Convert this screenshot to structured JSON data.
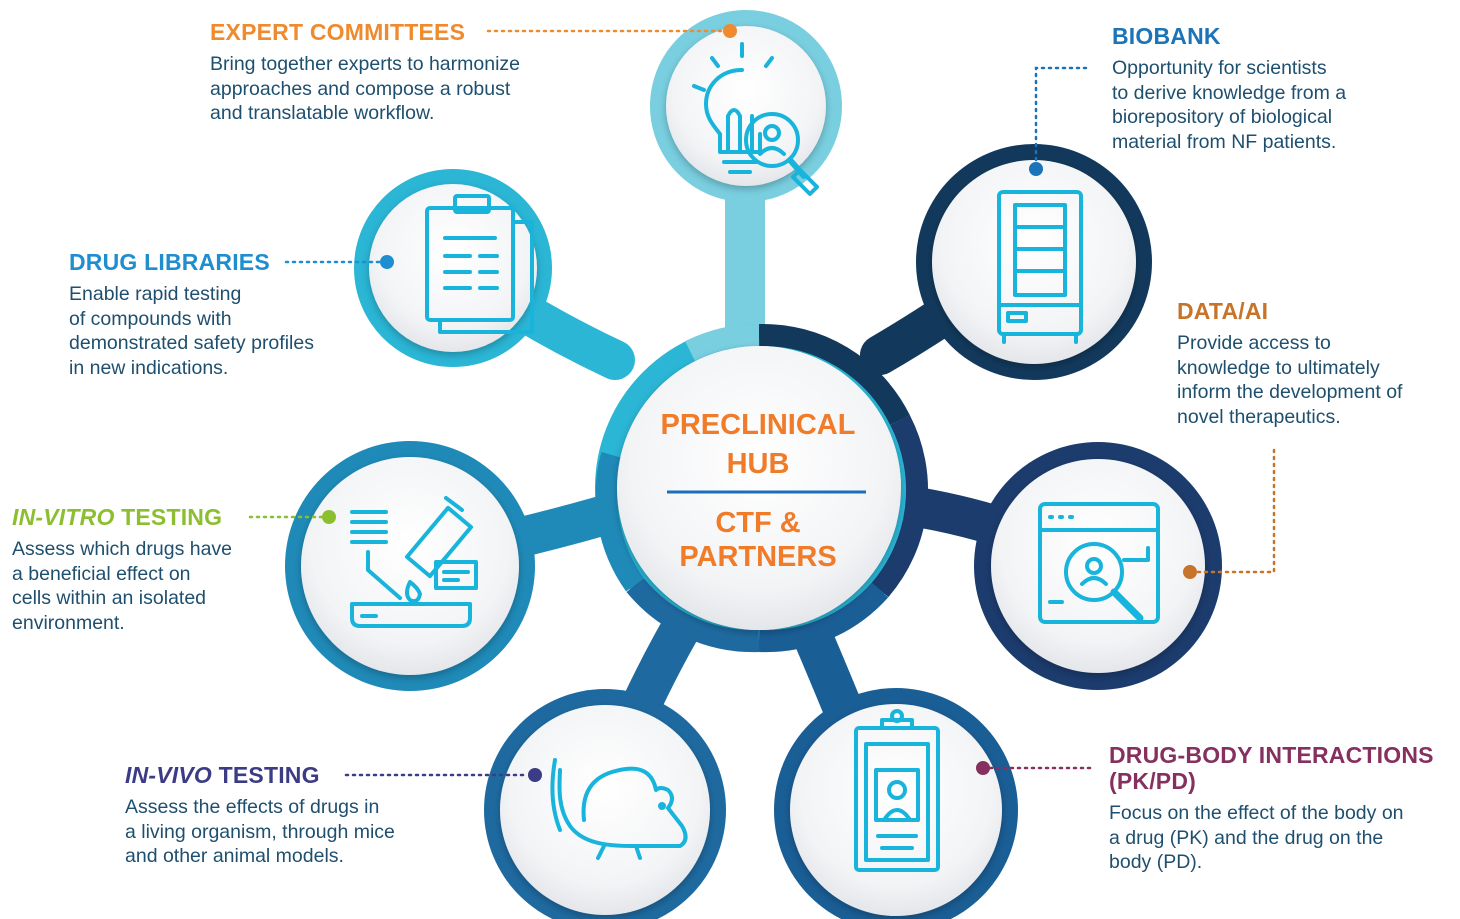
{
  "hub": {
    "line1": "PRECLINICAL",
    "line2": "HUB",
    "line3": "CTF &",
    "line4": "PARTNERS"
  },
  "nodes": {
    "expert": {
      "title": "EXPERT COMMITTEES",
      "desc": [
        "Bring together experts to harmonize",
        "approaches and compose a robust",
        "and translatable workflow."
      ],
      "color": "#ef8a2e",
      "ring": "#79cfe0",
      "icon": "lightbulb-search-icon"
    },
    "biobank": {
      "title": "BIOBANK",
      "desc": [
        "Opportunity for scientists",
        "to derive knowledge from a",
        "biorepository of biological",
        "material from NF patients."
      ],
      "color": "#1b73b8",
      "ring": "#12395c",
      "icon": "freezer-icon"
    },
    "drug_libraries": {
      "title": "DRUG LIBRARIES",
      "desc": [
        "Enable rapid testing",
        "of compounds with",
        "demonstrated safety profiles",
        "in new indications."
      ],
      "color": "#1e8ed0",
      "ring": "#2bb6d6",
      "icon": "clipboard-list-icon"
    },
    "data_ai": {
      "title": "DATA/AI",
      "desc": [
        "Provide access to",
        "knowledge to ultimately",
        "inform the development of",
        "novel therapeutics."
      ],
      "color": "#c8732a",
      "ring": "#1c3c6e",
      "icon": "browser-search-icon"
    },
    "in_vitro": {
      "title_em": "IN-VITRO",
      "title_rest": " TESTING",
      "desc": [
        "Assess which drugs have",
        "a beneficial effect on",
        "cells within an isolated",
        "environment."
      ],
      "color": "#8cbf2f",
      "ring": "#1f8ab8",
      "icon": "pipette-dish-icon"
    },
    "in_vivo": {
      "title_em": "IN-VIVO",
      "title_rest": " TESTING",
      "desc": [
        "Assess the effects of drugs in",
        "a living organism, through mice",
        "and other animal models."
      ],
      "color": "#3c3c86",
      "ring": "#1e6aa0",
      "icon": "mouse-icon"
    },
    "pkpd": {
      "title": [
        "DRUG-BODY INTERACTIONS",
        "(PK/PD)"
      ],
      "desc": [
        "Focus on the effect of the body on",
        "a drug (PK) and the drug on the",
        "body (PD)."
      ],
      "color": "#85305e",
      "ring": "#1a5e96",
      "icon": "patient-card-icon"
    }
  },
  "colors": {
    "icon_stroke": "#18b4dc",
    "hub_text": "#f07b28",
    "hub_rule": "#1b6fb8"
  }
}
